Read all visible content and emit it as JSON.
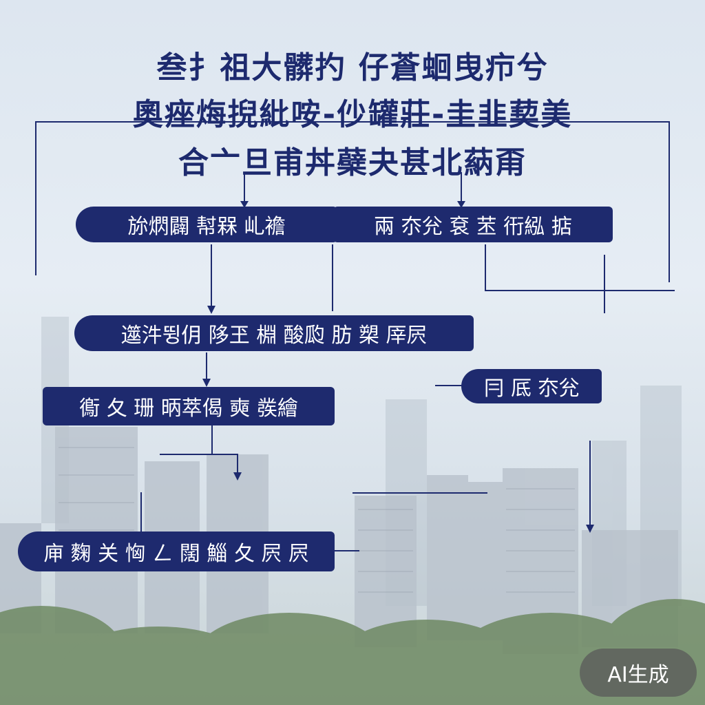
{
  "title": {
    "line1": "叁扌祖大髒扚 仔蒼蛔曳疖兮",
    "line2": "奧痤烸掜紕咹-仯罐莊-圭韭葜美",
    "line3": "合亠旦甫丼蘗夬甚北蒳甭"
  },
  "boxes": {
    "box1": "旀熌闢 幇槑 乢襜",
    "box2": "兩 夵兊 袞 苤 衎紭 掂",
    "box3": "遾汼뜅仴 陊玊 棩 酸瓝 肪 槊 厗屄",
    "box4": "鵆 夂 珊 昞萃偈 奭 彂繪",
    "box5": "冃 厎 夵兊",
    "box6": "庘 麴 关 恟 ㄥ 闊 鯔 夂 屄 屄"
  },
  "badge": "AI生成",
  "colors": {
    "primary": "#1e2a6e",
    "line": "#1d2a6e",
    "badge_bg": "#5a5a5a"
  }
}
